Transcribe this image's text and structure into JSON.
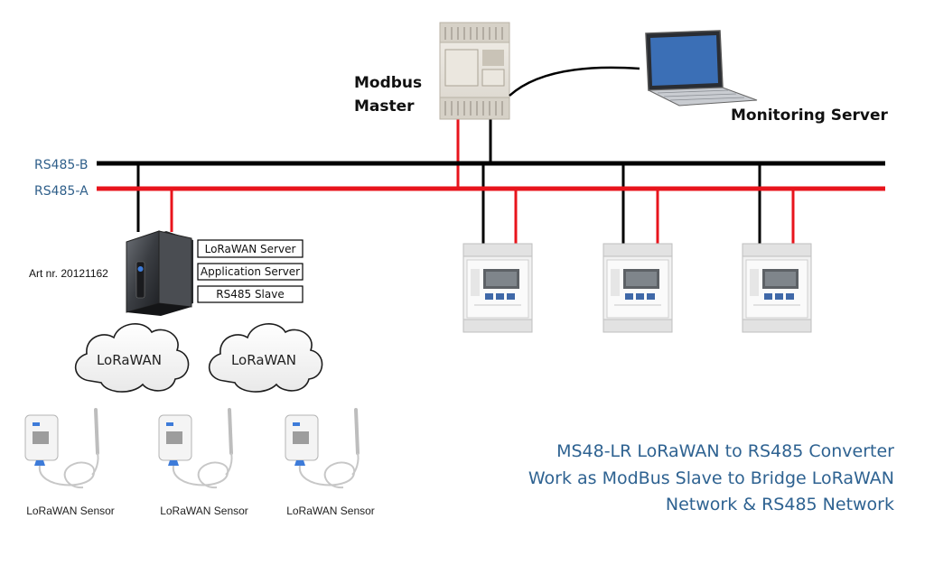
{
  "bus": {
    "b_label": "RS485-B",
    "a_label": "RS485-A",
    "b_color": "#000000",
    "a_color": "#e8141c"
  },
  "master": {
    "line1": "Modbus",
    "line2": "Master",
    "icon": "plc-icon"
  },
  "monitoring": {
    "label": "Monitoring Server",
    "icon": "laptop-icon"
  },
  "gateway": {
    "art_label": "Art nr. 20121162",
    "icon": "gateway-device-icon",
    "roles": [
      "LoRaWAN Server",
      "Application Server",
      "RS485 Slave"
    ]
  },
  "clouds": [
    "LoRaWAN",
    "LoRaWAN"
  ],
  "meters": {
    "count": 3,
    "icon": "energy-meter-icon"
  },
  "sensors": {
    "labels": [
      "LoRaWAN Sensor",
      "LoRaWAN Sensor",
      "LoRaWAN Sensor"
    ],
    "icon": "temperature-sensor-icon"
  },
  "caption": {
    "line1": "MS48-LR LoRaWAN to RS485 Converter",
    "line2": "Work as ModBus Slave to Bridge LoRaWAN",
    "line3": "Network & RS485 Network"
  }
}
